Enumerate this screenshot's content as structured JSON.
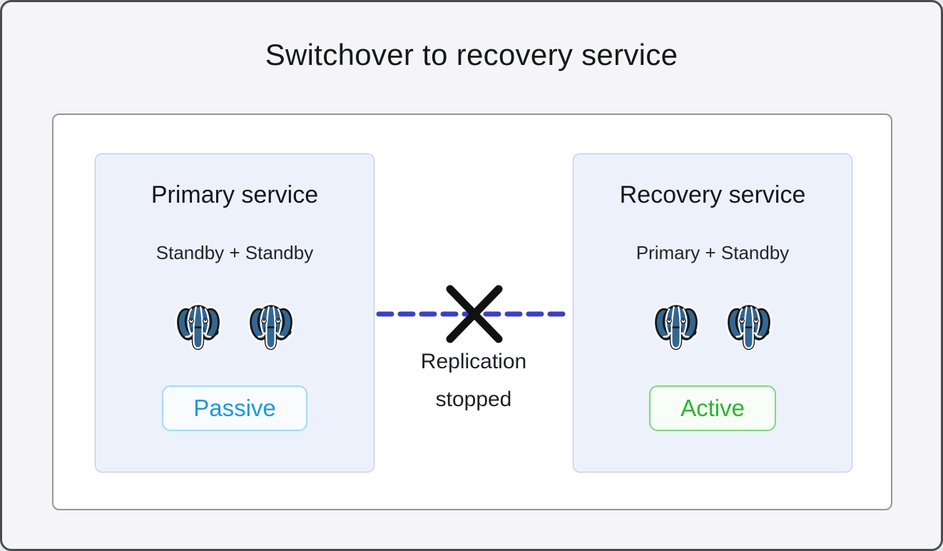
{
  "page": {
    "title": "Switchover to recovery service"
  },
  "services": [
    {
      "name": "Primary service",
      "composition": "Standby + Standby",
      "nodes": [
        {
          "icon": "postgresql-elephant"
        },
        {
          "icon": "postgresql-elephant"
        }
      ],
      "status": {
        "label": "Passive",
        "text_color": "#1f99d6",
        "border_color": "#a2dbf5",
        "background": "#f8fcfe"
      }
    },
    {
      "name": "Recovery service",
      "composition": "Primary + Standby",
      "nodes": [
        {
          "icon": "postgresql-elephant"
        },
        {
          "icon": "postgresql-elephant"
        }
      ],
      "status": {
        "label": "Active",
        "text_color": "#2db42d",
        "border_color": "#7ed87e",
        "background": "#f7fdf7"
      }
    }
  ],
  "connector": {
    "label_line1": "Replication",
    "label_line2": "stopped",
    "line_color": "#3b40c2",
    "cross_color": "#111111"
  },
  "colors": {
    "page_background": "#f5f5f7",
    "frame_border": "#4b4b54",
    "panel_background": "#ffffff",
    "panel_border": "#95959e",
    "card_background": "#edf1fc",
    "card_border": "#b6c2ec",
    "postgres_blue": "#336791",
    "title_text": "#17181b"
  }
}
